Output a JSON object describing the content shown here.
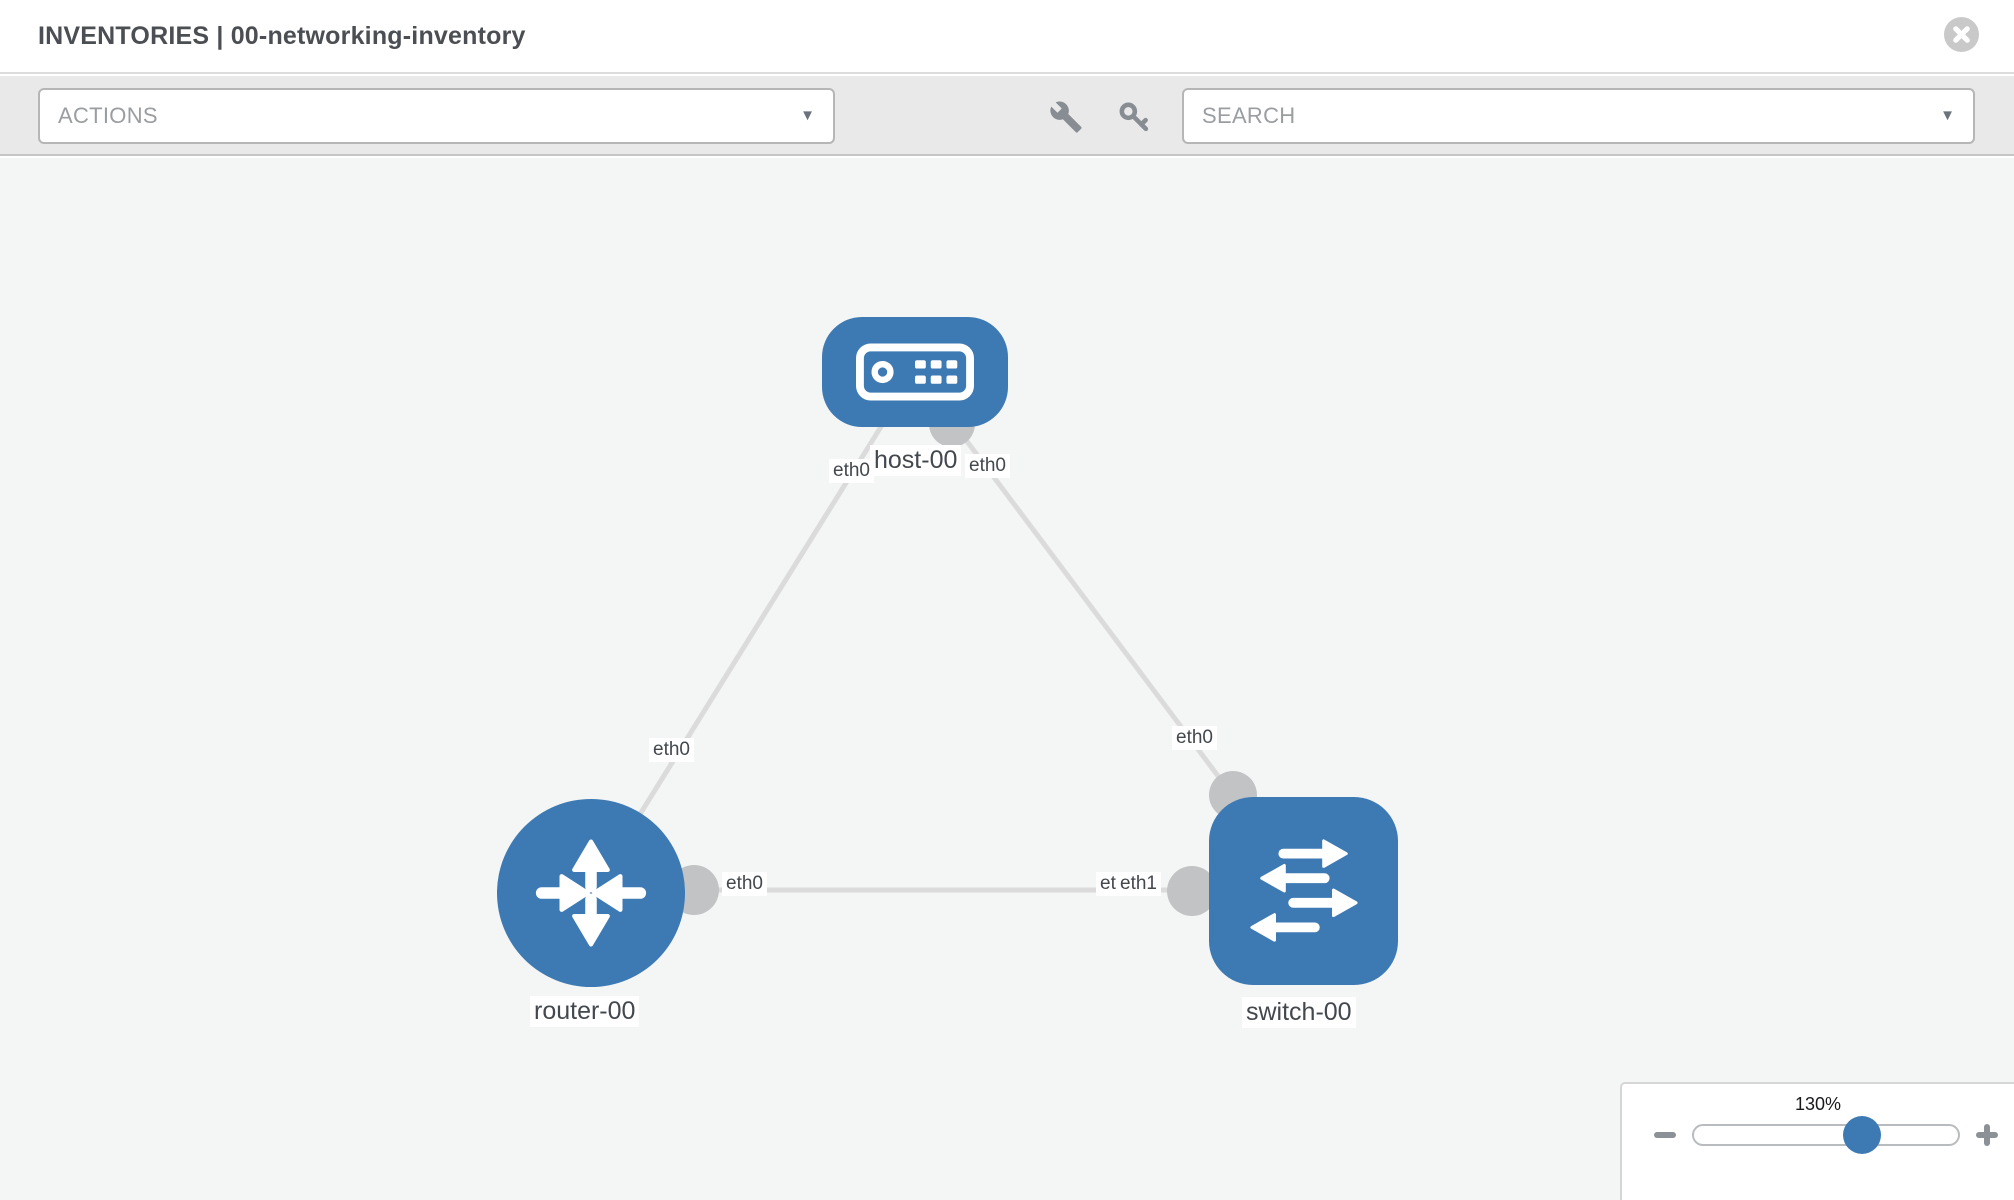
{
  "header": {
    "title": "INVENTORIES | 00-networking-inventory",
    "close_icon": "x-circle"
  },
  "toolbar": {
    "actions_label": "ACTIONS",
    "search_placeholder": "SEARCH",
    "caret": "▼",
    "icons": [
      "wrench-icon",
      "key-icon"
    ]
  },
  "topology": {
    "nodes": [
      {
        "label": "host-00",
        "type": "host",
        "icon": "server-icon"
      },
      {
        "label": "router-00",
        "type": "router",
        "icon": "router-arrows-icon"
      },
      {
        "label": "switch-00",
        "type": "switch",
        "icon": "switch-arrows-icon"
      }
    ],
    "links": [
      {
        "from": "router-00",
        "from_iface": "eth0",
        "to": "host-00",
        "to_iface": "eth0"
      },
      {
        "from": "switch-00",
        "from_iface": "eth0",
        "to": "host-00",
        "to_iface": "eth0"
      },
      {
        "from": "router-00",
        "from_iface": "eth0",
        "to": "switch-00",
        "to_iface": "eth1"
      }
    ],
    "iface_labels": {
      "host_left": "eth0",
      "host_right": "eth0",
      "router_top": "eth0",
      "switch_top": "eth0",
      "router_right": "eth0",
      "switch_left_back": "eth0",
      "switch_left_front": "eth1"
    }
  },
  "zoom_control": {
    "level": "130%",
    "icons": [
      "minus-icon",
      "plus-icon"
    ]
  },
  "colors": {
    "node_blue": "#3d7ab3",
    "link_gray": "#dbdbdb",
    "connector_gray": "#c2c3c4",
    "canvas_bg": "#f4f5f5",
    "toolbar_bg": "#e9e9ea"
  }
}
